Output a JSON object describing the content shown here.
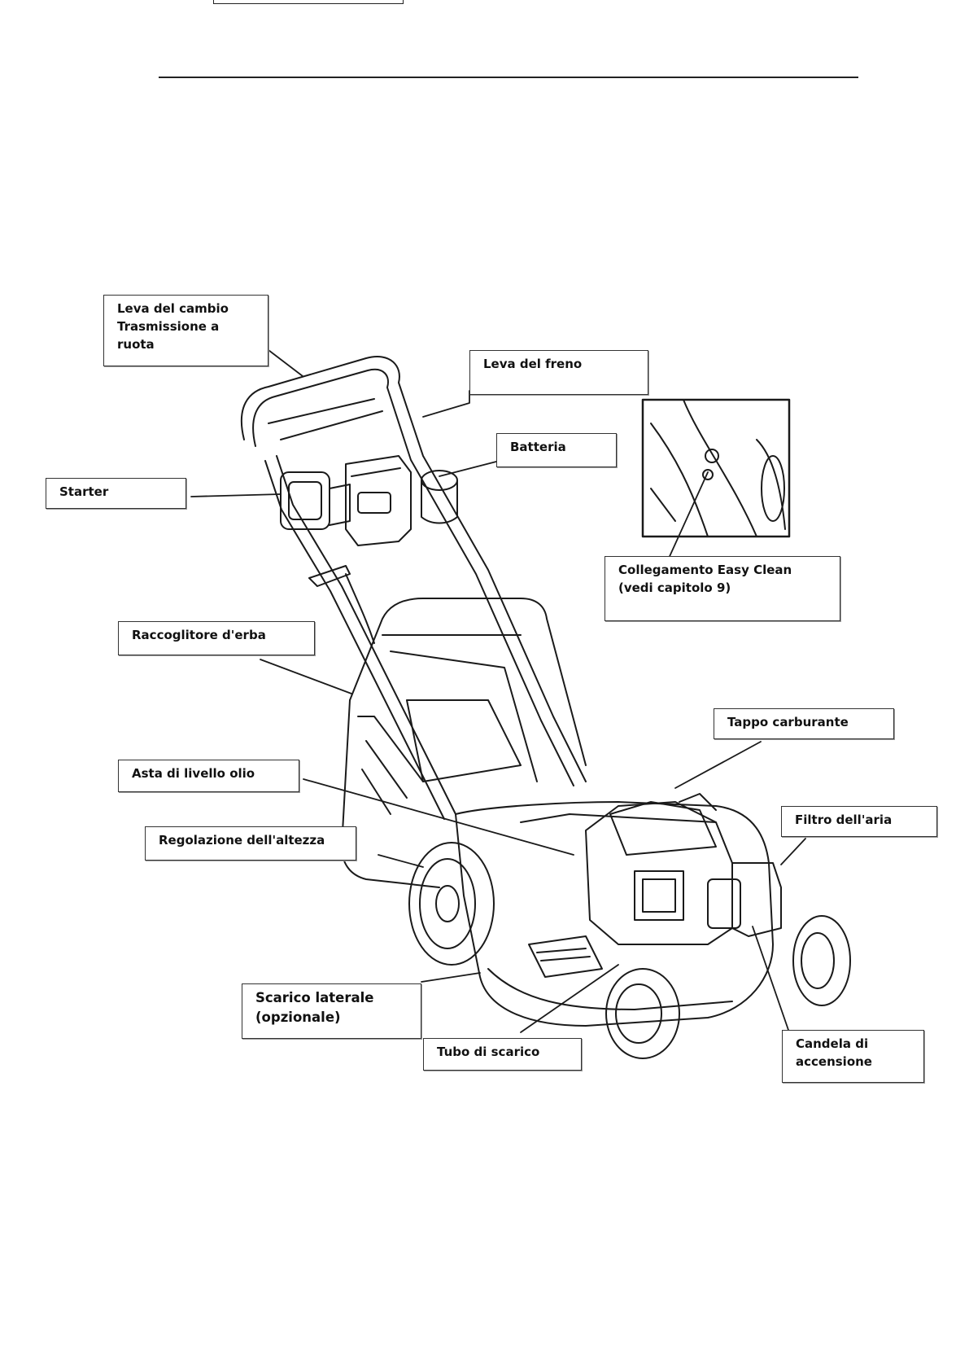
{
  "labels": {
    "leva_cambio": "Leva del cambio\nTrasmissione  a\nruota",
    "leva_freno": "Leva del freno",
    "batteria": "Batteria",
    "starter": "Starter",
    "collegamento": "Collegamento  Easy Clean\n(vedi capitolo 9)",
    "raccoglitore": "Raccoglitore d'erba",
    "tappo": "Tappo  carburante",
    "asta": "Asta di livello olio",
    "filtro": "Filtro dell'aria",
    "regolazione": "Regolazione  dell'altezza",
    "scarico_laterale": "Scarico laterale\n(opzionale)",
    "tubo": "Tubo di scarico",
    "candela": "Candela  di\naccensione"
  }
}
